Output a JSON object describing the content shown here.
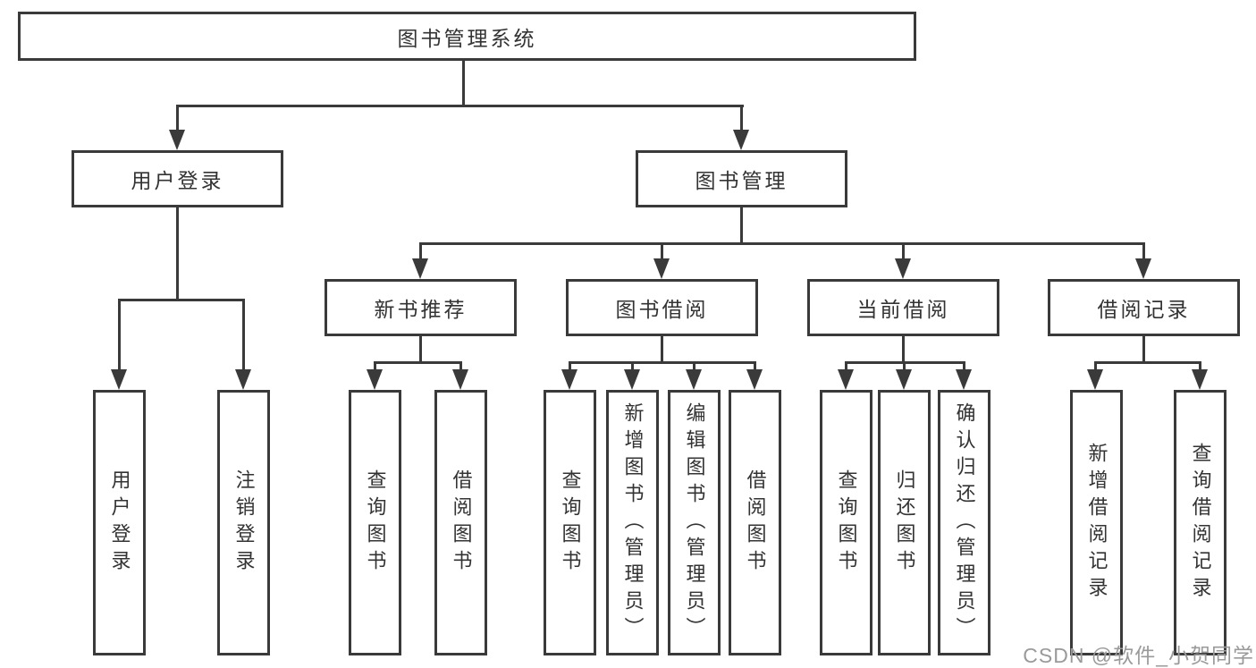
{
  "diagram": {
    "tree": {
      "label": "图书管理系统",
      "children": [
        {
          "label": "用户登录",
          "children": [
            {
              "label": "用户登录"
            },
            {
              "label": "注销登录"
            }
          ]
        },
        {
          "label": "图书管理",
          "children": [
            {
              "label": "新书推荐",
              "children": [
                {
                  "label": "查询图书"
                },
                {
                  "label": "借阅图书"
                }
              ]
            },
            {
              "label": "图书借阅",
              "children": [
                {
                  "label": "查询图书"
                },
                {
                  "label": "新增图书（管理员）"
                },
                {
                  "label": "编辑图书（管理员）"
                },
                {
                  "label": "借阅图书"
                }
              ]
            },
            {
              "label": "当前借阅",
              "children": [
                {
                  "label": "查询图书"
                },
                {
                  "label": "归还图书"
                },
                {
                  "label": "确认归还（管理员）"
                }
              ]
            },
            {
              "label": "借阅记录",
              "children": [
                {
                  "label": "新增借阅记录"
                },
                {
                  "label": "查询借阅记录"
                }
              ]
            }
          ]
        }
      ]
    },
    "colors": {
      "line": "#3a3a3a",
      "text": "#333333",
      "background": "#ffffff",
      "watermark": "#9a9a9a"
    }
  },
  "watermark": {
    "text": "CSDN @软件_小贺同学"
  }
}
